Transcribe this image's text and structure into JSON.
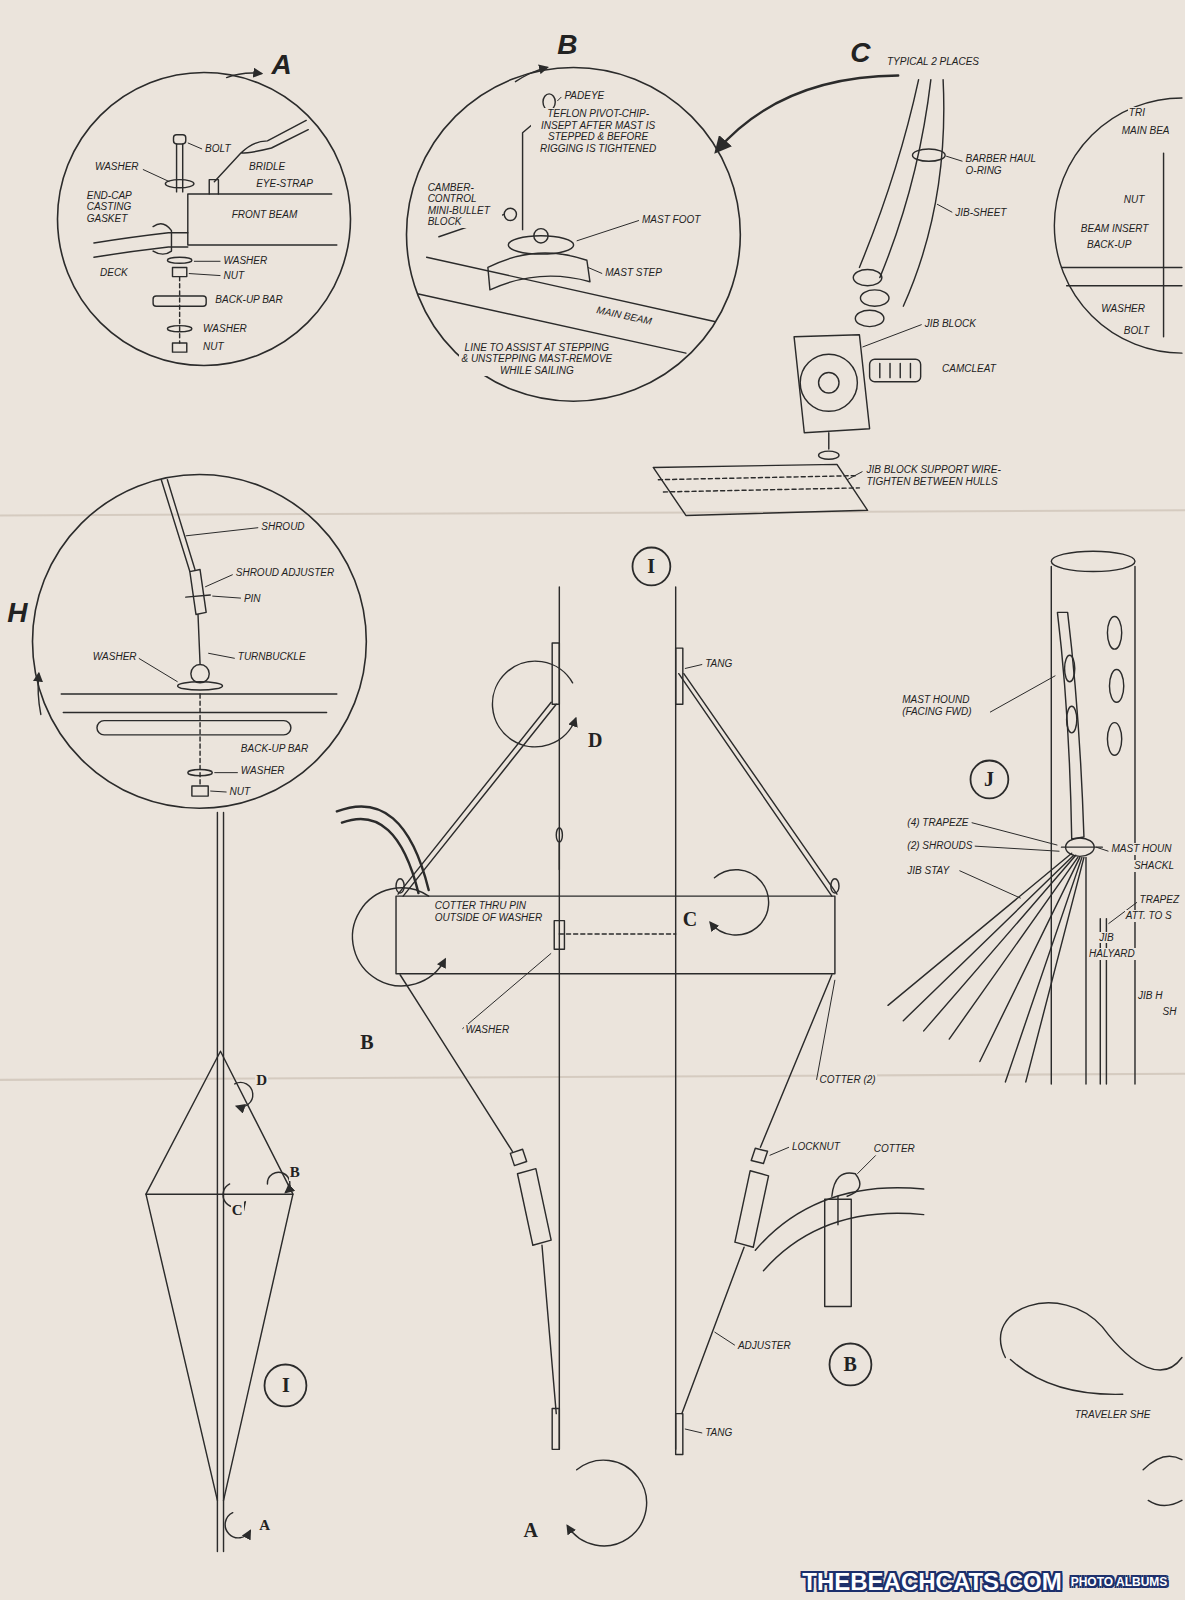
{
  "diagram": {
    "nodes": [
      {
        "text": [
          "A",
          "WASHER",
          "BOLT",
          "BRIDLE",
          "EYE-STRAP",
          "END-CAP CASTING GASKET",
          "FRONT BEAM",
          "DECK",
          "WASHER",
          "NUT",
          "BACK-UP BAR",
          "WASHER",
          "NUT"
        ]
      },
      {
        "text": [
          "B",
          "PADEYE",
          "TEFLON PIVOT-CHIP-INSEPT AFTER MAST IS STEPPED & BEFORE RIGGING IS TIGHTENED",
          "CAMBER-CONTROL MINI-BULLET BLOCK",
          "MAST FOOT",
          "MAST STEP",
          "MAIN BEAM",
          "LINE TO ASSIST AT STEPPING & UNSTEPPING MAST-REMOVE WHILE SAILING"
        ]
      },
      {
        "text": [
          "H",
          "SHROUD",
          "SHROUD ADJUSTER",
          "PIN",
          "WASHER",
          "TURNBUCKLE",
          "BACK-UP BAR",
          "WASHER",
          "NUT"
        ]
      },
      {
        "text": [
          "I"
        ]
      },
      {
        "text": [
          "J"
        ]
      },
      {
        "text": [
          "B"
        ]
      },
      {
        "text": [
          "I"
        ]
      }
    ],
    "labels": [
      "C",
      "TYPICAL 2 PLACES",
      "BARBER HAUL O-RING",
      "JIB-SHEET",
      "JIB BLOCK",
      "CAMCLEAT",
      "JIB BLOCK SUPPORT WIRE-TIGHTEN BETWEEN HULLS",
      "TRI",
      "MAIN BEA",
      "NUT",
      "BEAM INSERT",
      "BACK-UP",
      "WASHER",
      "BOLT",
      "TANG",
      "D",
      "COTTER THRU PIN OUTSIDE OF WASHER",
      "C",
      "B",
      "WASHER",
      "COTTER (2)",
      "LOCKNUT",
      "COTTER",
      "ADJUSTER",
      "A",
      "TANG",
      "D",
      "C",
      "B",
      "A",
      "MAST HOUND (FACING FWD)",
      "(4) TRAPEZE",
      "(2) SHROUDS",
      "JIB STAY",
      "MAST HOUN",
      "SHACKL",
      "TRAPEZ",
      "ATT. TO S",
      "JIB",
      "HALYARD",
      "JIB H",
      "SH",
      "TRAVELER SHE",
      "THEBEACHCATS.COM",
      "PHOTO ALBUMS"
    ]
  }
}
